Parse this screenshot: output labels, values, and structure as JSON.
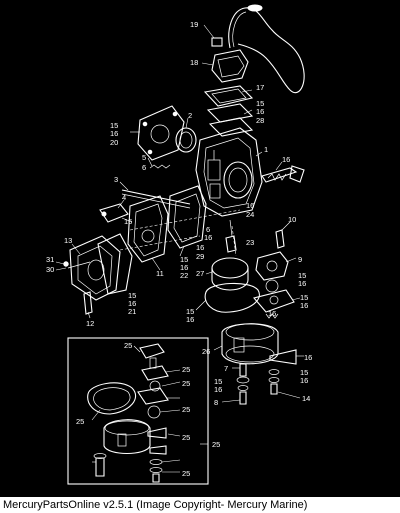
{
  "caption": "MercuryPartsOnline v2.5.1 (Image Copyright- Mercury Marine)",
  "diagram": {
    "callouts": [
      "19",
      "18",
      "17",
      "15",
      "16",
      "28",
      "15",
      "16",
      "20",
      "2",
      "5",
      "6",
      "1",
      "16",
      "3",
      "4",
      "16",
      "16",
      "24",
      "10",
      "13",
      "31",
      "30",
      "12",
      "11",
      "15",
      "16",
      "22",
      "6",
      "16",
      "23",
      "16",
      "29",
      "27",
      "9",
      "15",
      "16",
      "15",
      "16",
      "15",
      "16",
      "21",
      "15",
      "16",
      "16",
      "26",
      "16",
      "7",
      "15",
      "16",
      "8",
      "15",
      "16",
      "14",
      "25",
      "25",
      "25",
      "25",
      "25",
      "25",
      "25",
      "25"
    ]
  },
  "colors": {
    "background": "#000000",
    "line": "#ffffff",
    "caption_bg": "#ffffff"
  }
}
